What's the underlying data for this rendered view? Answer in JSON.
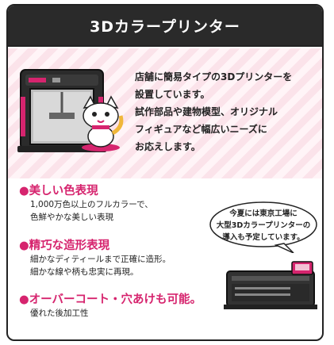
{
  "header": {
    "title": "3Dカラープリンター"
  },
  "intro": {
    "lines": [
      "店舗に簡易タイプの3Dプリンターを",
      "設置しています。",
      "試作部品や建物模型、オリジナル",
      "フィギュアなど幅広いニーズに",
      "お応えします。"
    ]
  },
  "features": [
    {
      "title": "●美しい色表現",
      "desc": [
        "1,000万色以上のフルカラーで、",
        "色鮮やかな美しい表現"
      ]
    },
    {
      "title": "●精巧な造形表現",
      "desc": [
        "細かなディティールまで正確に造形。",
        "細かな線や柄も忠実に再現。"
      ]
    },
    {
      "title": "●オーバーコート・穴あけも可能。",
      "desc": [
        "優れた後加工性"
      ]
    }
  ],
  "bubble": {
    "lines": [
      "今夏には東京工場に",
      "大型3Dカラープリンターの",
      "導入も予定しています。"
    ]
  },
  "colors": {
    "accent": "#d6246e",
    "header": "#2a2a2a",
    "stripe": "#fbe3ea"
  },
  "icons": {
    "printer": "printer-illustration",
    "mascot": "cat-mascot-illustration",
    "large_printer": "large-printer-illustration"
  }
}
